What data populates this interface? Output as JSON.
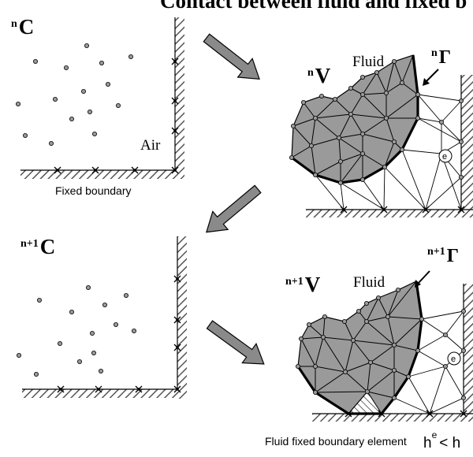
{
  "title": "Contact between fluid and fixed b",
  "panels": {
    "n_cloud": {
      "superscript": "n",
      "symbol": "C",
      "label_air": "Air",
      "caption": "Fixed boundary"
    },
    "n_mesh": {
      "superscript": "n",
      "symbol": "V",
      "label_fluid": "Fluid",
      "gamma_superscript": "n",
      "gamma_symbol": "Γ",
      "element_label": "e"
    },
    "n1_cloud": {
      "superscript": "n+1",
      "symbol": "C"
    },
    "n1_mesh": {
      "superscript": "n+1",
      "symbol": "V",
      "label_fluid": "Fluid",
      "gamma_superscript": "n+1",
      "gamma_symbol": "Γ",
      "element_label": "e"
    }
  },
  "bottom_caption": {
    "text": "Fluid fixed boundary element",
    "h_symbol": "h",
    "h_superscript": "e",
    "relation": "< h"
  },
  "colors": {
    "fluid_fill": "#9a9a9a",
    "arrow_fill": "#8a8a8a",
    "hatch": "#555555",
    "line": "#000000"
  }
}
